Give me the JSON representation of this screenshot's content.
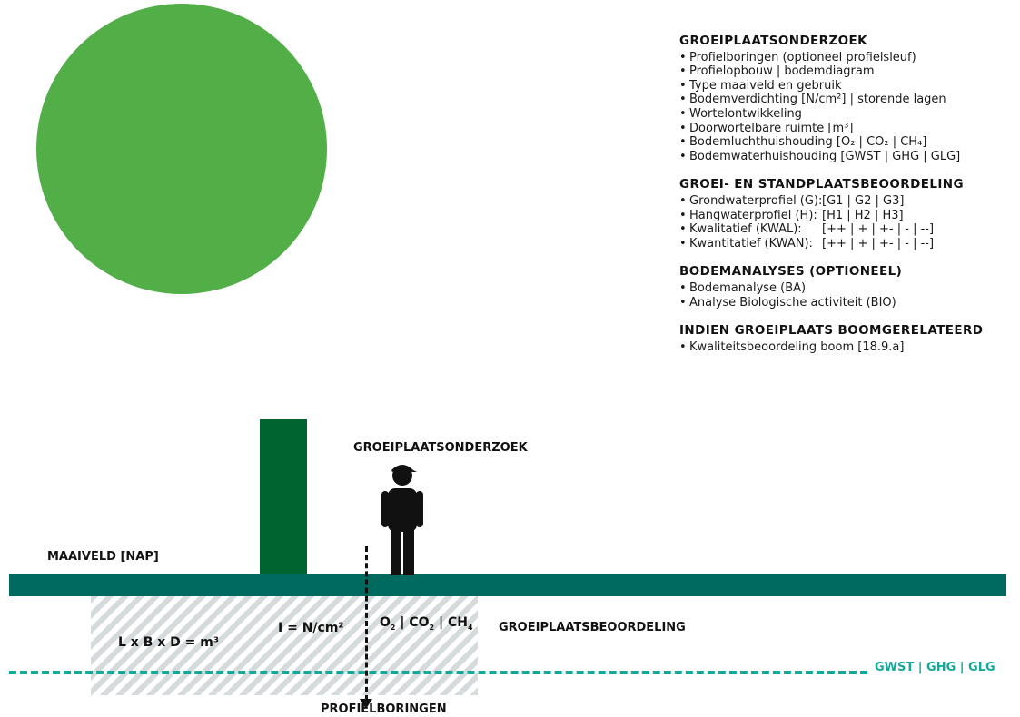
{
  "colors": {
    "canopy": "#52ae47",
    "trunk": "#006430",
    "ground": "#006a5e",
    "groundwater": "#14a99a"
  },
  "diagram": {
    "maaiveld": "MAAIVELD [NAP]",
    "person_label": "GROEIPLAATSONDERZOEK",
    "beoordeling_label": "GROEIPLAATSBEOORDELING",
    "profiel_label": "PROFIELBORINGEN",
    "groundwater_label": "GWST | GHG | GLG",
    "volume_formula": "L x B x D = m³",
    "compaction_formula": "I = N/cm²"
  },
  "panel": {
    "s1": {
      "title": "GROEIPLAATSONDERZOEK",
      "items": [
        "Profielboringen (optioneel profielsleuf)",
        "Profielopbouw | bodemdiagram",
        "Type maaiveld en gebruik",
        "Bodemverdichting [N/cm²] | storende lagen",
        "Wortelontwikkeling",
        "Doorwortelbare ruimte [m³]",
        "Bodemluchthuishouding [O₂ | CO₂ | CH₄]",
        "Bodemwaterhuishouding [GWST | GHG | GLG]"
      ]
    },
    "s2": {
      "title": "GROEI- EN STANDPLAATSBEOORDELING",
      "rows": [
        {
          "key": "Grondwaterprofiel (G):",
          "val": "[G1 | G2 | G3]"
        },
        {
          "key": "Hangwaterprofiel (H):",
          "val": "[H1 | H2 | H3]"
        },
        {
          "key": "Kwalitatief (KWAL):",
          "val": "[++ | + | +- | - | --]"
        },
        {
          "key": "Kwantitatief (KWAN):",
          "val": "[++ | + | +- | - | --]"
        }
      ]
    },
    "s3": {
      "title": "BODEMANALYSES (OPTIONEEL)",
      "items": [
        "Bodemanalyse (BA)",
        "Analyse Biologische activiteit (BIO)"
      ]
    },
    "s4": {
      "title": "INDIEN GROEIPLAATS BOOMGERELATEERD",
      "items": [
        "Kwaliteitsbeoordeling boom [18.9.a]"
      ]
    }
  }
}
